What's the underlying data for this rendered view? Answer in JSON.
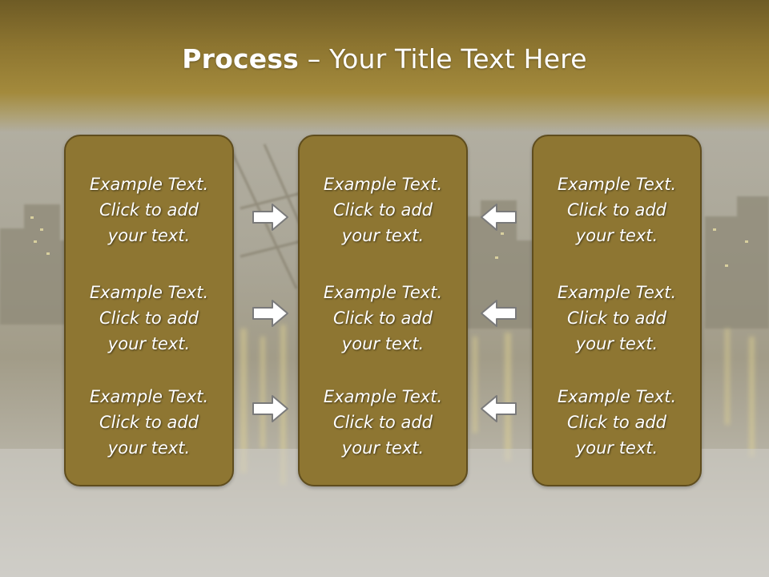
{
  "slide": {
    "title_bold": "Process",
    "title_rest": " – Your Title Text Here"
  },
  "panels": {
    "left": [
      "Example Text.\nClick  to add\nyour text.",
      "Example Text.\nClick  to add\nyour text.",
      "Example Text.\nClick  to add\nyour text."
    ],
    "middle": [
      "Example Text.\nClick  to add\nyour text.",
      "Example Text.\nClick  to add\nyour text.",
      "Example Text.\nClick  to add\nyour text."
    ],
    "right": [
      "Example Text.\nClick  to add\nyour text.",
      "Example Text.\nClick  to add\nyour text.",
      "Example Text.\nClick  to add\nyour text."
    ]
  },
  "arrows": {
    "left_to_middle": "right-arrow-icon",
    "right_to_middle": "left-arrow-icon"
  },
  "colors": {
    "panel_fill": "#8e7632",
    "panel_border": "#5f4d1e",
    "title_band": "#8d7530",
    "text": "#ffffff",
    "arrow_fill": "#ffffff",
    "arrow_stroke": "#7a7a7a"
  }
}
